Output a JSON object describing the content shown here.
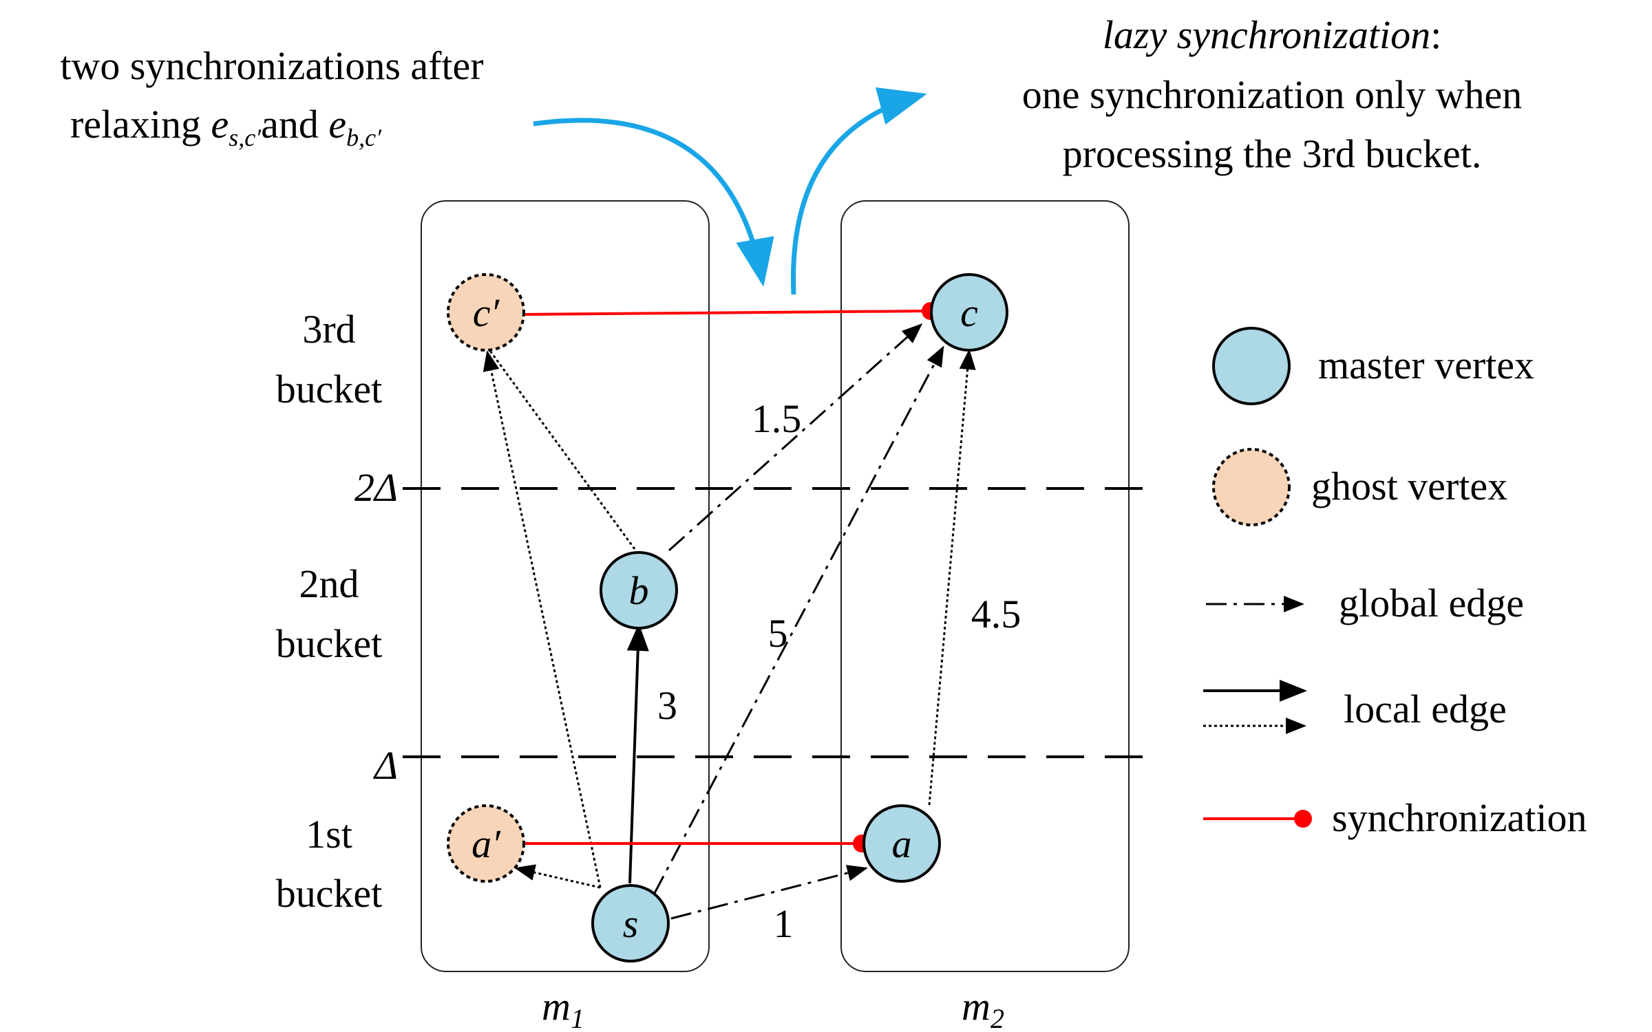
{
  "annotations": {
    "left_line1": "two synchronizations after",
    "left_line2": "relaxing",
    "left_e1_base": "e",
    "left_e1_sub": "s,c′",
    "left_and": "and",
    "left_e2_base": "e",
    "left_e2_sub": "b,c′",
    "right_line1_italic": "lazy synchronization",
    "right_line1_colon": ":",
    "right_line2": "one synchronization only when",
    "right_line3": "processing the 3rd bucket."
  },
  "buckets": {
    "third_line1": "3rd",
    "third_line2": "bucket",
    "second_line1": "2nd",
    "second_line2": "bucket",
    "first_line1": "1st",
    "first_line2": "bucket"
  },
  "thresholds": {
    "two_delta": "2Δ",
    "delta": "Δ"
  },
  "machines": {
    "m1_base": "m",
    "m1_sub": "1",
    "m2_base": "m",
    "m2_sub": "2"
  },
  "vertices": {
    "s": "s",
    "a": "a",
    "b": "b",
    "c": "c",
    "a_ghost": "a′",
    "c_ghost": "c′"
  },
  "edge_weights": {
    "s_b": "3",
    "s_a": "1",
    "s_c": "5",
    "b_c": "1.5",
    "a_c": "4.5"
  },
  "legend": {
    "master": "master vertex",
    "ghost": "ghost vertex",
    "global": "global edge",
    "local": "local edge",
    "sync": "synchronization"
  },
  "colors": {
    "master_fill": "#add8e6",
    "ghost_fill": "#f8d5b8",
    "sync_red": "#ff0000",
    "arrow_blue": "#1aa6e6"
  }
}
